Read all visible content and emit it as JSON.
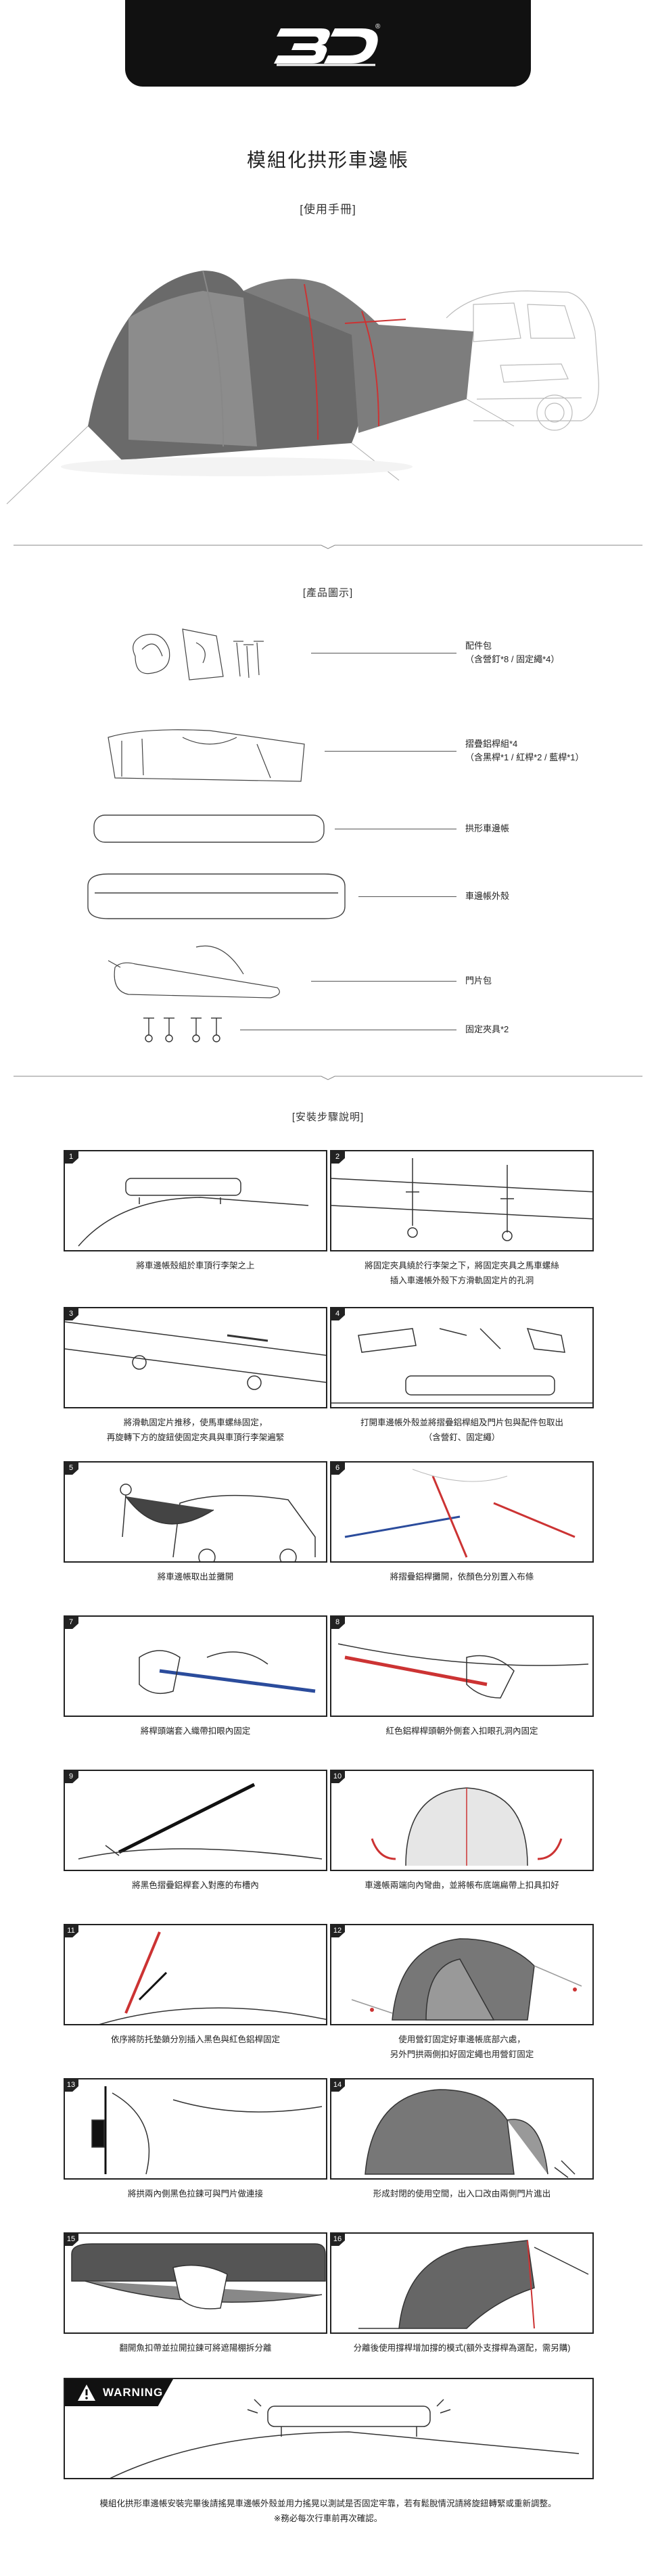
{
  "header": {
    "logo_text": "3D"
  },
  "title": "模組化拱形車邊帳",
  "manual_label": "[使用手冊]",
  "parts_section_label": "[產品圖示]",
  "parts": [
    {
      "name": "配件包",
      "detail": "（含營釘*8 / 固定繩*4）"
    },
    {
      "name": "摺疊鋁桿組*4",
      "detail": "（含黑桿*1 / 紅桿*2 / 藍桿*1）"
    },
    {
      "name": "拱形車邊帳",
      "detail": ""
    },
    {
      "name": "車邊帳外殼",
      "detail": ""
    },
    {
      "name": "門片包",
      "detail": ""
    },
    {
      "name": "固定夾具*2",
      "detail": ""
    }
  ],
  "steps_section_label": "[安裝步驟說明]",
  "steps": [
    {
      "number": "1",
      "caption": "將車邊帳殼組於車頂行李架之上"
    },
    {
      "number": "2",
      "caption": "將固定夾具繞於行李架之下，將固定夾具之馬車螺絲\n插入車邊帳外殼下方滑軌固定片的孔洞"
    },
    {
      "number": "3",
      "caption": "將滑軌固定片推移，使馬車螺絲固定，\n再旋轉下方的旋鈕使固定夾具與車頂行李架遍緊"
    },
    {
      "number": "4",
      "caption": "打開車邊帳外殼並將摺疊鋁桿組及門片包與配件包取出\n（含營釘、固定繩）"
    },
    {
      "number": "5",
      "caption": "將車邊帳取出並攤開"
    },
    {
      "number": "6",
      "caption": "將摺疊鋁桿攤開，依顏色分別置入布條"
    },
    {
      "number": "7",
      "caption": "將桿頭端套入織帶扣眼內固定"
    },
    {
      "number": "8",
      "caption": "紅色鋁桿桿頭朝外側套入扣眼孔洞內固定"
    },
    {
      "number": "9",
      "caption": "將黑色摺疊鋁桿套入對應的布槽內"
    },
    {
      "number": "10",
      "caption": "車邊帳兩端向內彎曲，並將帳布底端扁帶上扣具扣好"
    },
    {
      "number": "11",
      "caption": "依序將防托墊鎖分別插入黑色與紅色鋁桿固定"
    },
    {
      "number": "12",
      "caption": "使用營釘固定好車邊帳底部六處，\n另外門拱兩側扣好固定繩也用營釘固定"
    },
    {
      "number": "13",
      "caption": "將拱兩內側黑色拉鍊可與門片做連接"
    },
    {
      "number": "14",
      "caption": "形成封閉的使用空間，出入口改由兩側門片進出"
    },
    {
      "number": "15",
      "caption": "翻開魚扣帶並拉開拉鍊可將遮陽棚拆分離"
    },
    {
      "number": "16",
      "caption": "分離後使用撐桿增加撐的模式(額外支撐桿為選配，需另購)"
    }
  ],
  "warning": {
    "label": "WARNING",
    "note_line1": "模組化拱形車邊帳安裝完畢後請搖晃車邊帳外殼並用力搖晃以測試是否固定牢靠，若有鬆脫情況請將旋鈕轉緊或重新調整。",
    "note_line2": "※務必每次行車前再次確認。"
  }
}
